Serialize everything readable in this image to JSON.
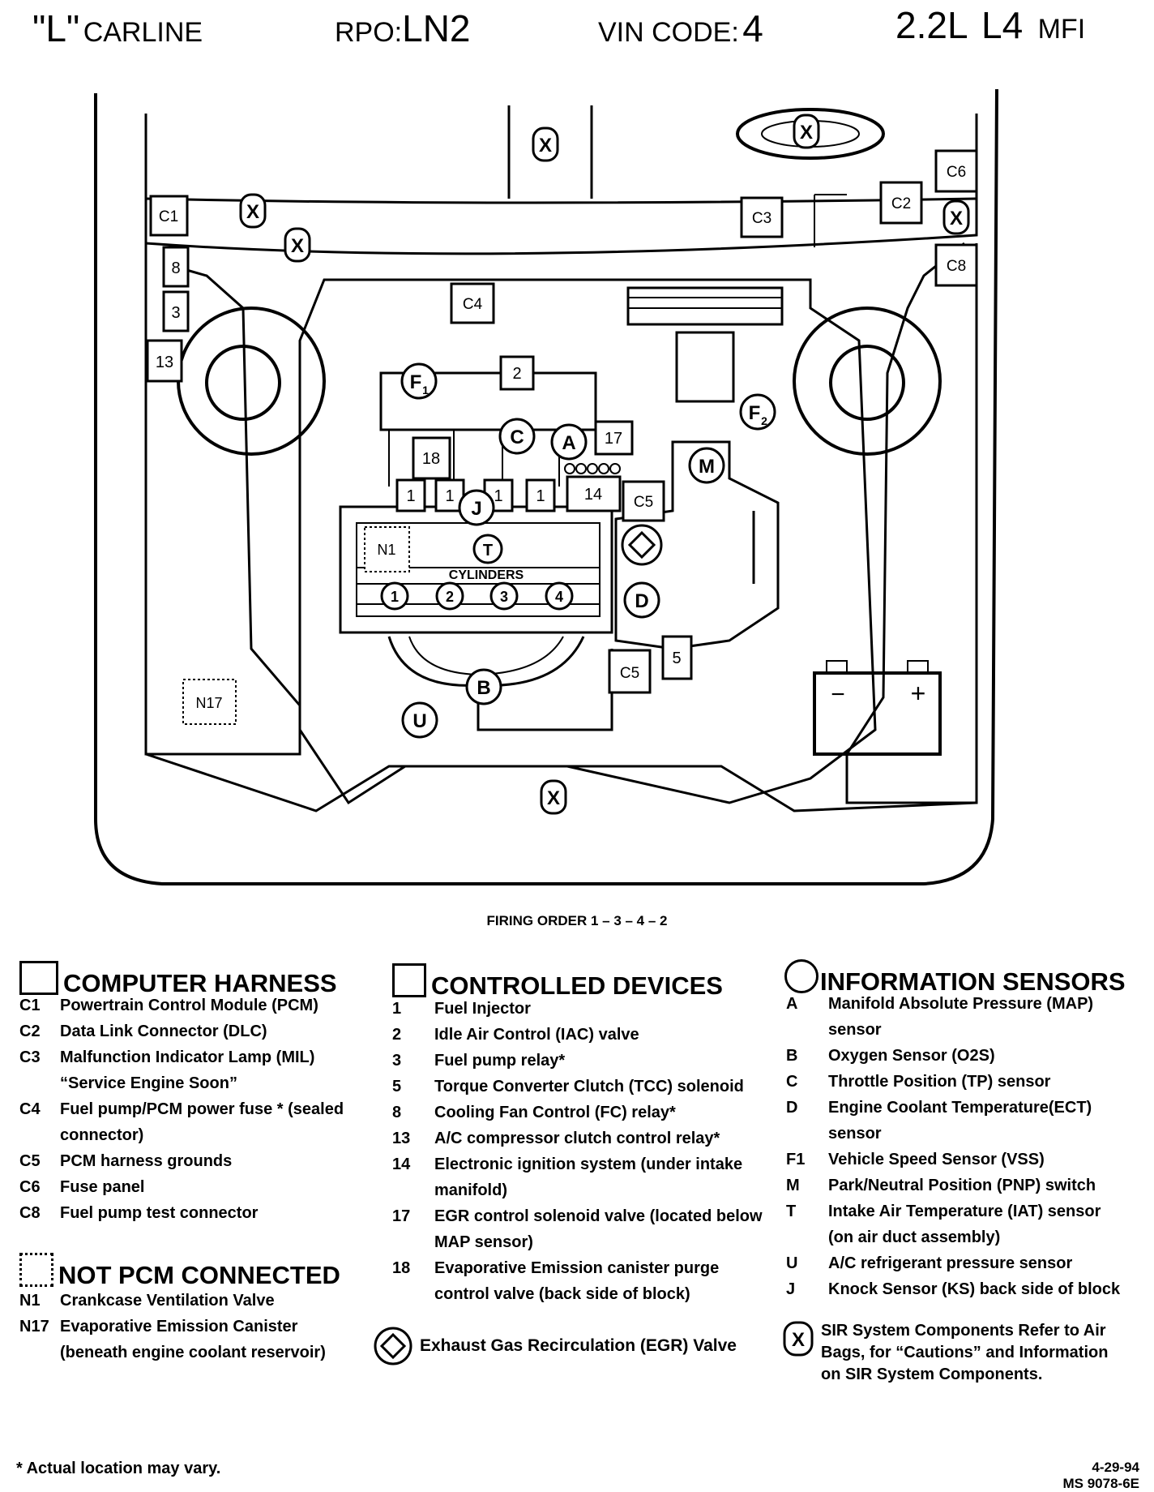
{
  "header": {
    "carline": "\"L\"",
    "carline_label": "CARLINE",
    "rpo_label": "RPO:",
    "rpo_value": "LN2",
    "vin_label": "VIN CODE:",
    "vin_value": "4",
    "engine": "2.2L",
    "engine_cyl": "L4",
    "fuel": "MFI"
  },
  "diagram_labels": {
    "sir": "X",
    "c1": "C1",
    "c2": "C2",
    "c3": "C3",
    "c4": "C4",
    "c5": "C5",
    "c6": "C6",
    "c8": "C8",
    "d1": "1",
    "d2": "2",
    "d3": "3",
    "d5": "5",
    "d8": "8",
    "d13": "13",
    "d14": "14",
    "d17": "17",
    "d18": "18",
    "s_a": "A",
    "s_b": "B",
    "s_c": "C",
    "s_d": "D",
    "s_j": "J",
    "s_m": "M",
    "s_t": "T",
    "s_u": "U",
    "s_f1": "F",
    "s_f2": "F",
    "f_sub1": "1",
    "f_sub2": "2",
    "n1": "N1",
    "n17": "N17",
    "cylinders": "CYLINDERS",
    "cyl1": "1",
    "cyl2": "2",
    "cyl3": "3",
    "cyl4": "4",
    "batt_minus": "−",
    "batt_plus": "+"
  },
  "firing_order": "FIRING ORDER 1 – 3 – 4 – 2",
  "computer_harness": {
    "title": "COMPUTER HARNESS",
    "items": [
      {
        "code": "C1",
        "desc": "Powertrain Control Module (PCM)"
      },
      {
        "code": "C2",
        "desc": "Data Link Connector (DLC)"
      },
      {
        "code": "C3",
        "desc": "Malfunction Indicator Lamp (MIL) “Service Engine Soon”"
      },
      {
        "code": "C4",
        "desc": "Fuel pump/PCM power fuse * (sealed connector)"
      },
      {
        "code": "C5",
        "desc": "PCM harness grounds"
      },
      {
        "code": "C6",
        "desc": "Fuse panel"
      },
      {
        "code": "C8",
        "desc": "Fuel pump test connector"
      }
    ]
  },
  "not_pcm": {
    "title": "NOT PCM CONNECTED",
    "items": [
      {
        "code": "N1",
        "desc": "Crankcase Ventilation Valve"
      },
      {
        "code": "N17",
        "desc": "Evaporative Emission Canister (beneath engine coolant reservoir)"
      }
    ]
  },
  "controlled_devices": {
    "title": "CONTROLLED DEVICES",
    "items": [
      {
        "code": "1",
        "desc": "Fuel Injector"
      },
      {
        "code": "2",
        "desc": "Idle Air Control (IAC) valve"
      },
      {
        "code": "3",
        "desc": "Fuel pump relay*"
      },
      {
        "code": "5",
        "desc": "Torque Converter Clutch (TCC) solenoid"
      },
      {
        "code": "8",
        "desc": "Cooling Fan Control (FC) relay*"
      },
      {
        "code": "13",
        "desc": "A/C compressor clutch control relay*"
      },
      {
        "code": "14",
        "desc": "Electronic ignition system (under intake manifold)"
      },
      {
        "code": "17",
        "desc": "EGR control solenoid valve (located below MAP sensor)"
      },
      {
        "code": "18",
        "desc": "Evaporative Emission canister purge control valve (back side of block)"
      }
    ]
  },
  "egr_valve": "Exhaust Gas Recirculation (EGR) Valve",
  "information_sensors": {
    "title": "INFORMATION SENSORS",
    "items": [
      {
        "code": "A",
        "desc": "Manifold Absolute Pressure (MAP) sensor"
      },
      {
        "code": "B",
        "desc": "Oxygen Sensor (O2S)"
      },
      {
        "code": "C",
        "desc": "Throttle Position (TP) sensor"
      },
      {
        "code": "D",
        "desc": "Engine Coolant Temperature(ECT) sensor"
      },
      {
        "code": "F1",
        "desc": "Vehicle Speed Sensor (VSS)"
      },
      {
        "code": "M",
        "desc": "Park/Neutral Position (PNP) switch"
      },
      {
        "code": "T",
        "desc": "Intake Air Temperature (IAT) sensor (on air duct assembly)"
      },
      {
        "code": "U",
        "desc": "A/C refrigerant pressure sensor"
      },
      {
        "code": "J",
        "desc": "Knock Sensor (KS) back side of block"
      }
    ]
  },
  "sir_note": "SIR System Components Refer to Air Bags, for “Cautions” and Information on SIR System Components.",
  "footnote": "* Actual location may vary.",
  "date": "4-29-94",
  "doc_code": "MS 9078-6E"
}
